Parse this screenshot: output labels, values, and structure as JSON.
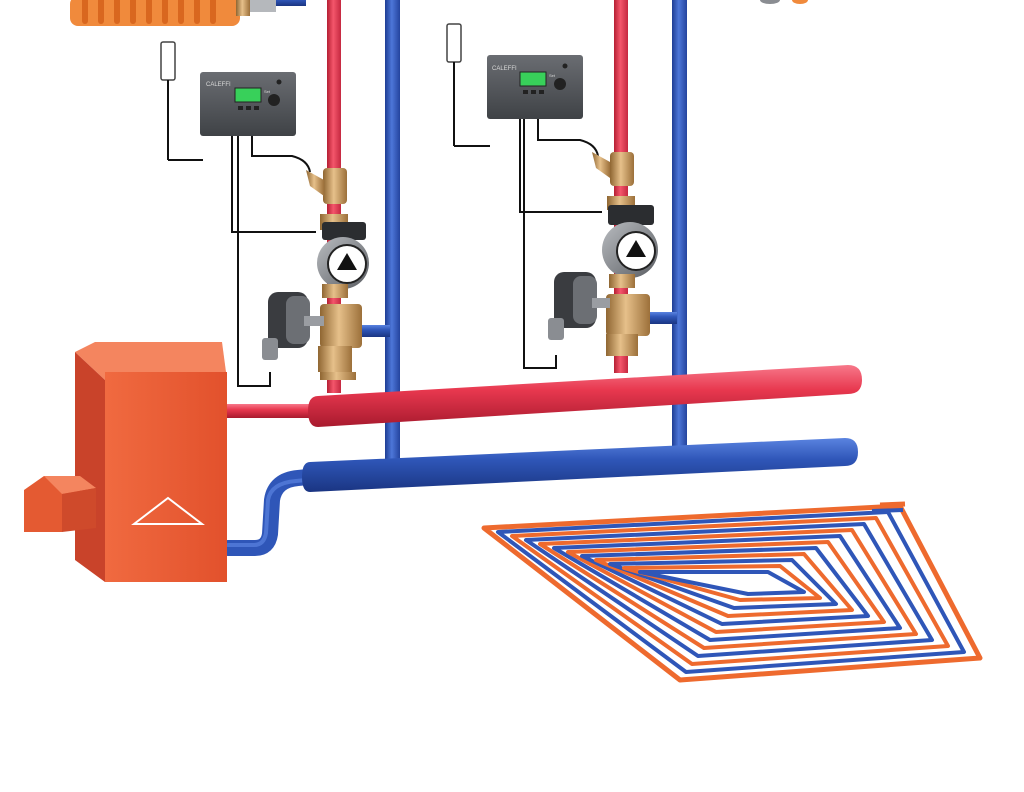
{
  "colors": {
    "supply": "#e8384f",
    "return": "#2f56b8",
    "boiler": "#ee5a36",
    "brass": "#c9995a",
    "controller": "#56595e",
    "radiator": "#f08a3c",
    "floor_orange": "#ee6a2e"
  },
  "controllers": [
    {
      "brand": "CALEFFI",
      "button_label": "Set"
    },
    {
      "brand": "CALEFFI",
      "button_label": "Set"
    }
  ],
  "icons": [
    "boiler-icon",
    "pump-icon",
    "mixing-valve-icon",
    "actuator-icon",
    "temperature-sensor-icon",
    "radiator-icon",
    "floor-heating-loop-icon"
  ]
}
